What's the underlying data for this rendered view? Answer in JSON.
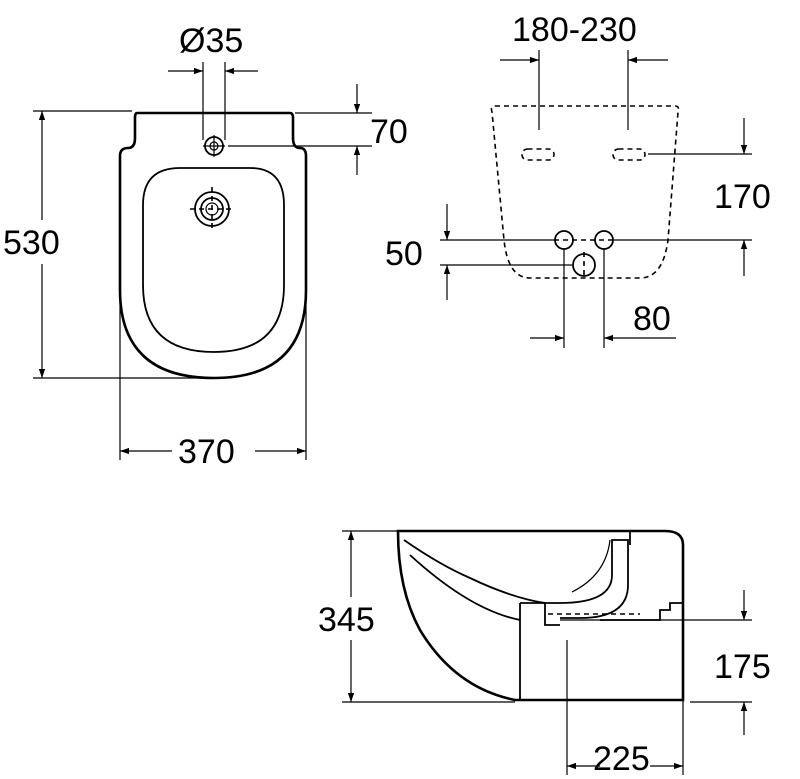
{
  "dimensions": {
    "hole_diameter": "Ø35",
    "top_offset": "70",
    "overall_height": "530",
    "overall_width": "370",
    "wall_spacing": "180-230",
    "anchor_height": "170",
    "pipe_offset": "50",
    "pipe_spacing": "80",
    "side_height": "345",
    "drain_height": "175",
    "drain_depth": "225"
  }
}
